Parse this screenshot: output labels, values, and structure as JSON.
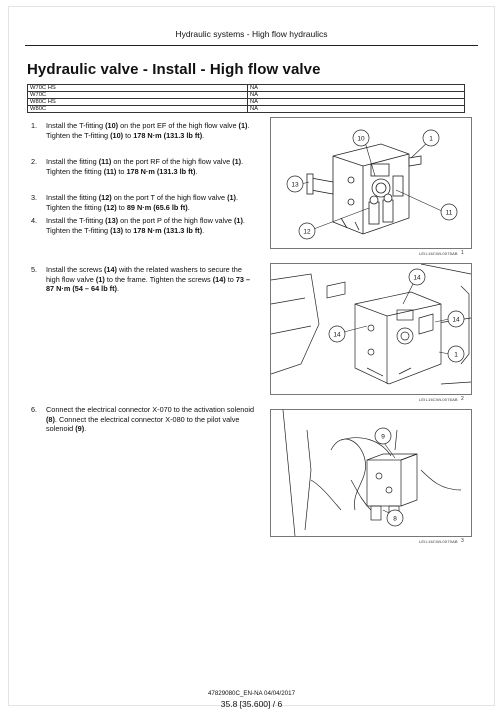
{
  "header": {
    "section": "Hydraulic systems - High flow hydraulics"
  },
  "title": "Hydraulic valve - Install - High flow valve",
  "models": [
    {
      "model": "W70C HS",
      "value": "NA"
    },
    {
      "model": "W70C",
      "value": "NA"
    },
    {
      "model": "W80C HS",
      "value": "NA"
    },
    {
      "model": "W80C",
      "value": "NA"
    }
  ],
  "steps": [
    {
      "num": "1.",
      "parts": [
        {
          "t": "Install the T-fitting "
        },
        {
          "b": "(10)"
        },
        {
          "t": " on the port EF of the high flow valve "
        },
        {
          "b": "(1)"
        },
        {
          "t": ". Tighten the T-fitting "
        },
        {
          "b": "(10)"
        },
        {
          "t": " to "
        },
        {
          "b": "178 N·m (131.3 lb ft)"
        },
        {
          "t": "."
        }
      ]
    },
    {
      "num": "2.",
      "parts": [
        {
          "t": "Install the fitting "
        },
        {
          "b": "(11)"
        },
        {
          "t": " on the port RF of the high flow valve "
        },
        {
          "b": "(1)"
        },
        {
          "t": ". Tighten the fitting "
        },
        {
          "b": "(11)"
        },
        {
          "t": " to "
        },
        {
          "b": "178 N·m (131.3 lb ft)"
        },
        {
          "t": "."
        }
      ]
    },
    {
      "num": "3.",
      "parts": [
        {
          "t": "Install the fitting "
        },
        {
          "b": "(12)"
        },
        {
          "t": " on the port T of the high flow valve "
        },
        {
          "b": "(1)"
        },
        {
          "t": ". Tighten the fitting "
        },
        {
          "b": "(12)"
        },
        {
          "t": " to "
        },
        {
          "b": "89 N·m (65.6 lb ft)"
        },
        {
          "t": "."
        }
      ]
    },
    {
      "num": "4.",
      "parts": [
        {
          "t": "Install the T-fitting "
        },
        {
          "b": "(13)"
        },
        {
          "t": " on the port P of the high flow valve "
        },
        {
          "b": "(1)"
        },
        {
          "t": ". Tighten the T-fitting "
        },
        {
          "b": "(13)"
        },
        {
          "t": " to "
        },
        {
          "b": "178 N·m (131.3 lb ft)"
        },
        {
          "t": "."
        }
      ]
    },
    {
      "num": "5.",
      "parts": [
        {
          "t": "Install the screws "
        },
        {
          "b": "(14)"
        },
        {
          "t": " with the related washers to secure the high flow valve "
        },
        {
          "b": "(1)"
        },
        {
          "t": " to the frame. Tighten the screws "
        },
        {
          "b": "(14)"
        },
        {
          "t": " to "
        },
        {
          "b": "73 – 87 N·m (54 – 64 lb ft)"
        },
        {
          "t": "."
        }
      ]
    },
    {
      "num": "6.",
      "parts": [
        {
          "t": "Connect the electrical connector X-070 to the activation solenoid "
        },
        {
          "b": "(8)"
        },
        {
          "t": ". Connect the electrical connector X-080 to the pilot valve solenoid "
        },
        {
          "b": "(9)"
        },
        {
          "t": "."
        }
      ]
    }
  ],
  "figures": [
    {
      "ref": "LEIL16CWL0075AB",
      "num": "1",
      "callouts": [
        "10",
        "1",
        "13",
        "11",
        "12"
      ]
    },
    {
      "ref": "LEIL16CWL0076AB",
      "num": "2",
      "callouts": [
        "14",
        "14",
        "14",
        "1"
      ]
    },
    {
      "ref": "LEIL16CWL0079AB",
      "num": "3",
      "callouts": [
        "9",
        "8"
      ]
    }
  ],
  "footer": {
    "doc": "47829080C_EN-NA 04/04/2017",
    "page": "35.8 [35.600] / 6"
  }
}
